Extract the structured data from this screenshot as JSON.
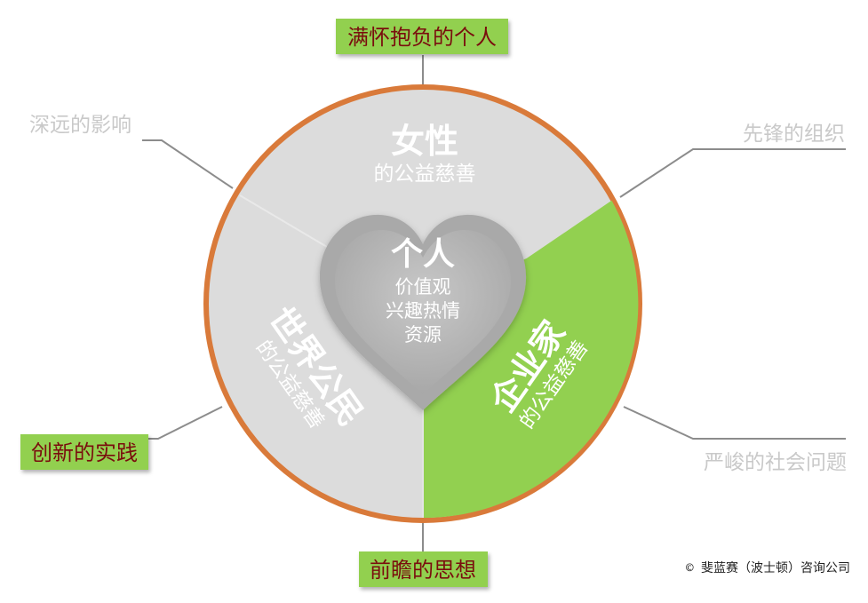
{
  "tags": {
    "top": "满怀抱负的个人",
    "left": "创新的实践",
    "bottom": "前瞻的思想"
  },
  "outer_labels": {
    "top_left": "深远的影响",
    "top_right": "先锋的组织",
    "bottom_right": "严峻的社会问题"
  },
  "segments": {
    "women": {
      "title": "女性",
      "subtitle": "的公益慈善"
    },
    "global": {
      "title": "世界公民",
      "subtitle": "的公益慈善"
    },
    "entrepreneur": {
      "title": "企业家",
      "subtitle": "的公益慈善"
    }
  },
  "heart": {
    "title": "个人",
    "lines": [
      "价值观",
      "兴趣热情",
      "资源"
    ]
  },
  "copyright": "© 斐蓝赛（波士顿）咨询公司",
  "colors": {
    "ring": "#d97a3a",
    "gray_segment": "#dcdcdc",
    "green_segment": "#92d050",
    "tag_fill": "#92d050",
    "tag_text": "#7a1010",
    "heart": "#bfbfbf"
  }
}
